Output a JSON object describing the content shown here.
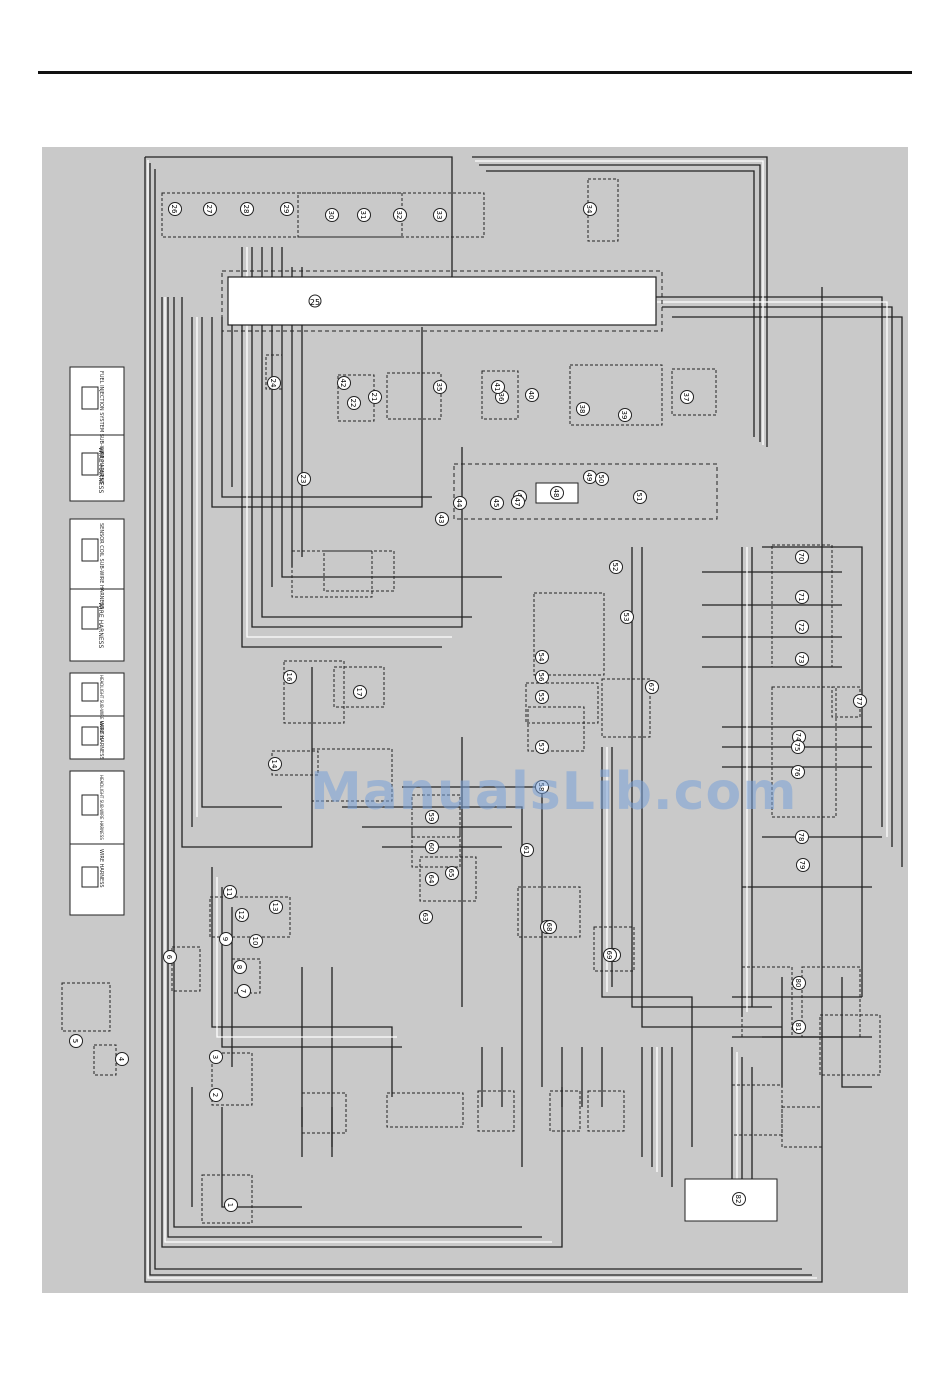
{
  "watermark": {
    "text": "ManualsLib.com"
  },
  "legend": {
    "groups": [
      {
        "left_label": "WIRE HARNESS",
        "right_label": "FUEL INJECTION SYSTEM SUB-WIRE HARNESS"
      },
      {
        "left_label": "WIRE HARNESS",
        "right_label": "SENSOR COIL SUB-WIRE HARNESS"
      },
      {
        "left_label": "WIRE HARNESS",
        "right_label": "HEADLIGHT SUB-WIRE HARNESS"
      },
      {
        "left_label": "WIRE HARNESS",
        "right_label": "HEADLIGHT SUB-WIRE HARNESS"
      }
    ]
  },
  "components": {
    "numbers": [
      "1",
      "2",
      "3",
      "4",
      "5",
      "6",
      "7",
      "8",
      "9",
      "10",
      "11",
      "12",
      "13",
      "14",
      "16",
      "17",
      "21",
      "22",
      "23",
      "24",
      "25",
      "26",
      "27",
      "28",
      "29",
      "30",
      "31",
      "32",
      "33",
      "34",
      "35",
      "36",
      "37",
      "38",
      "39",
      "40",
      "41",
      "42",
      "43",
      "44",
      "45",
      "46",
      "47",
      "48",
      "49",
      "50",
      "51",
      "52",
      "53",
      "54",
      "55",
      "56",
      "57",
      "58",
      "59",
      "60",
      "61",
      "62",
      "63",
      "64",
      "65",
      "66",
      "67",
      "68",
      "69",
      "70",
      "71",
      "72",
      "73",
      "74",
      "75",
      "76",
      "77",
      "78",
      "79",
      "80",
      "81",
      "82"
    ],
    "ecu_label": "25",
    "meter_label": "48",
    "joint_label": "82"
  },
  "colors": {
    "panel": "#c9c9c9",
    "wire": "#222222",
    "wire_light": "#ffffff",
    "box": "#ffffff",
    "watermark": "#78a0d7"
  }
}
